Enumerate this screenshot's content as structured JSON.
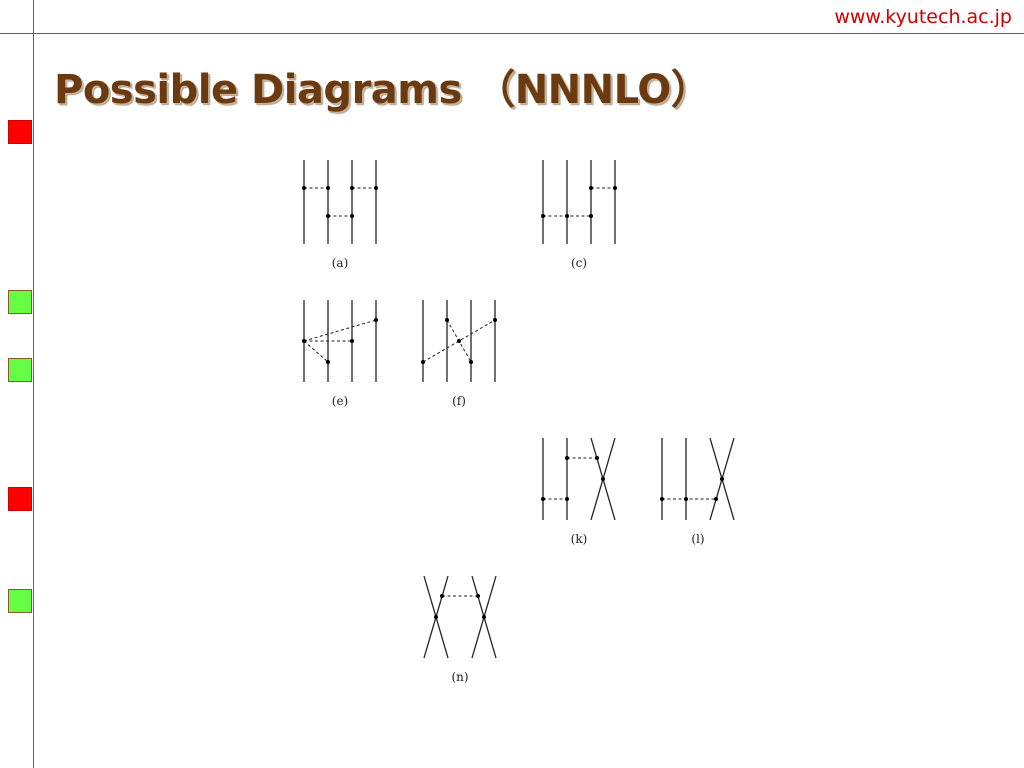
{
  "header": {
    "site": "www.kyutech.ac.jp"
  },
  "slide": {
    "title": "Possible Diagrams （NNNLO）"
  },
  "colors": {
    "rule": "#a0522d",
    "title_text": "#6b3a10",
    "site_text": "#cc0000",
    "marker_red": "#ff0000",
    "marker_green": "#66ff44"
  },
  "markers": [
    {
      "color": "red"
    },
    {
      "color": "green"
    },
    {
      "color": "green"
    },
    {
      "color": "red"
    },
    {
      "color": "green"
    }
  ],
  "diagrams": [
    {
      "label": "(a)"
    },
    {
      "label": "(c)"
    },
    {
      "label": "(e)"
    },
    {
      "label": "(f)"
    },
    {
      "label": "(k)"
    },
    {
      "label": "(l)"
    },
    {
      "label": "(n)"
    }
  ]
}
